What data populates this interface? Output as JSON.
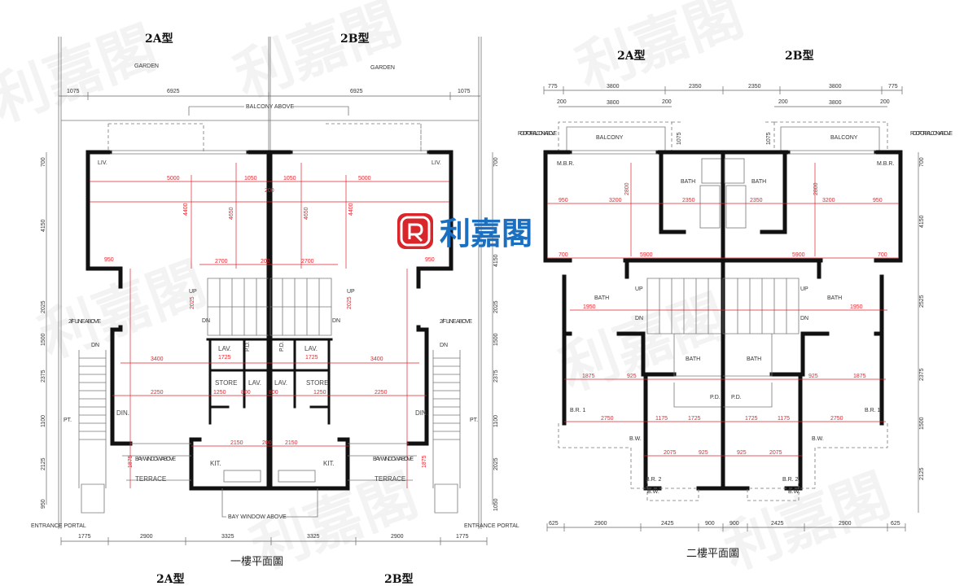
{
  "watermark": {
    "text": "利嘉閣",
    "brand_red": "#d9262b",
    "brand_blue": "#1a6fc0"
  },
  "logo": {
    "text": "利嘉閣",
    "icon": "rc-logo-icon"
  },
  "first_floor": {
    "caption": "一樓平面圖",
    "unit_a_title": "2A型",
    "unit_b_title": "2B型",
    "top_dims": [
      "1075",
      "6925",
      "6925",
      "1075"
    ],
    "bottom_dims": [
      "1775",
      "2900",
      "3325",
      "3325",
      "2900",
      "1775"
    ],
    "left_dims": [
      "700",
      "4150",
      "2025",
      "1500",
      "2375",
      "1100",
      "2125",
      "950"
    ],
    "right_dims": [
      "700",
      "4150",
      "2025",
      "1500",
      "2375",
      "1100",
      "2025",
      "1050"
    ],
    "labels": {
      "garden": "GARDEN",
      "balcony_above": "BALCONY ABOVE",
      "liv": "LIV.",
      "up": "UP",
      "dn": "DN",
      "lav": "LAV.",
      "pd": "P.D.",
      "store": "STORE",
      "din": "DIN.",
      "kit": "KIT.",
      "terrace": "TERRACE",
      "bay_window_above": "BAY WINDOW ABOVE",
      "line_above": "2/F LINE ABOVE",
      "pt": "PT.",
      "entrance_portal": "ENTRANCE PORTAL"
    },
    "red_dims": [
      "5000",
      "1050",
      "200",
      "1050",
      "5000",
      "4400",
      "4650",
      "4650",
      "4400",
      "2700",
      "200",
      "2700",
      "950",
      "950",
      "3400",
      "3400",
      "2250",
      "2250",
      "2150",
      "200",
      "2150",
      "1725",
      "1725",
      "800",
      "800",
      "1250",
      "1250",
      "2025",
      "2025",
      "1875",
      "1875"
    ]
  },
  "second_floor": {
    "caption": "二樓平面圖",
    "unit_a_title": "2A型",
    "unit_b_title": "2B型",
    "top_dims": [
      "775",
      "3800",
      "2350",
      "2350",
      "3800",
      "775"
    ],
    "top_dims_inner": [
      "200",
      "3800",
      "200",
      "200",
      "3800",
      "200"
    ],
    "bottom_dims": [
      "625",
      "2900",
      "2425",
      "900",
      "900",
      "2425",
      "2900",
      "625"
    ],
    "right_dims": [
      "700",
      "4150",
      "2525",
      "2375",
      "1500",
      "2125"
    ],
    "labels": {
      "balcony": "BALCONY",
      "roof_of_balcony_above": "ROOF OF BALCONY ABOVE",
      "mbr": "M.B.R.",
      "bath": "BATH",
      "up": "UP",
      "dn": "DN",
      "br1": "B.R. 1",
      "br2": "B.R. 2",
      "bw": "B.W.",
      "pd": "P.D."
    },
    "red_dims": [
      "950",
      "3200",
      "2350",
      "2350",
      "3200",
      "950",
      "5900",
      "5900",
      "700",
      "700",
      "1950",
      "1950",
      "1875",
      "925",
      "925",
      "1875",
      "2750",
      "1175",
      "1725",
      "1725",
      "1175",
      "2750",
      "2075",
      "925",
      "925",
      "2075",
      "2800",
      "2800",
      "1075",
      "1075"
    ]
  },
  "next_page_titles": [
    "2A型",
    "2B型"
  ]
}
